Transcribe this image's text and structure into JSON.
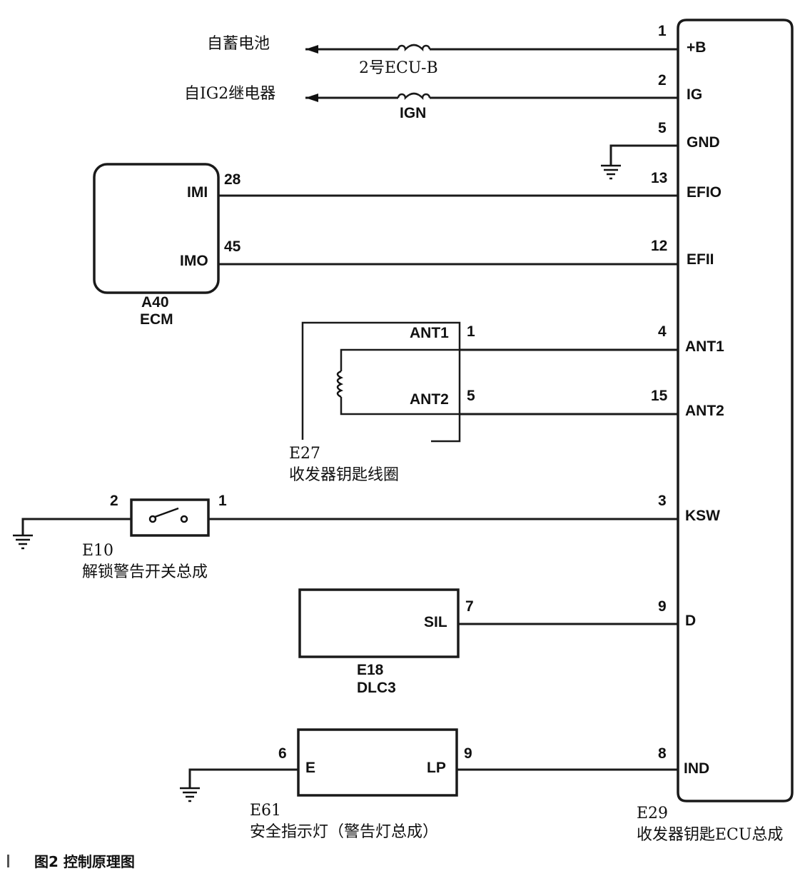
{
  "ecu": {
    "code": "E29",
    "name": "收发器钥匙ECU总成",
    "pins": [
      {
        "num": "1",
        "sig": "+B"
      },
      {
        "num": "2",
        "sig": "IG"
      },
      {
        "num": "5",
        "sig": "GND"
      },
      {
        "num": "13",
        "sig": "EFIO"
      },
      {
        "num": "12",
        "sig": "EFII"
      },
      {
        "num": "4",
        "sig": "ANT1"
      },
      {
        "num": "15",
        "sig": "ANT2"
      },
      {
        "num": "3",
        "sig": "KSW"
      },
      {
        "num": "9",
        "sig": "D"
      },
      {
        "num": "8",
        "sig": "IND"
      }
    ]
  },
  "sources": {
    "battery_label": "自蓄电池",
    "fuse1_label": "2号ECU-B",
    "ig2_label": "自IG2继电器",
    "fuse2_label": "IGN"
  },
  "ecm": {
    "code": "A40",
    "name": "ECM",
    "imi_label": "IMI",
    "imi_pin": "28",
    "imo_label": "IMO",
    "imo_pin": "45"
  },
  "coil": {
    "code": "E27",
    "name": "收发器钥匙线圈",
    "ant1_label": "ANT1",
    "ant1_pin": "1",
    "ant2_label": "ANT2",
    "ant2_pin": "5"
  },
  "switch": {
    "code": "E10",
    "name": "解锁警告开关总成",
    "pin_left": "2",
    "pin_right": "1"
  },
  "dlc": {
    "code": "E18",
    "name": "DLC3",
    "sil_label": "SIL",
    "sil_pin": "7"
  },
  "lamp": {
    "code": "E61",
    "name": "安全指示灯（警告灯总成）",
    "e_label": "E",
    "e_pin": "6",
    "lp_label": "LP",
    "lp_pin": "9"
  },
  "caption": "图2  控制原理图"
}
